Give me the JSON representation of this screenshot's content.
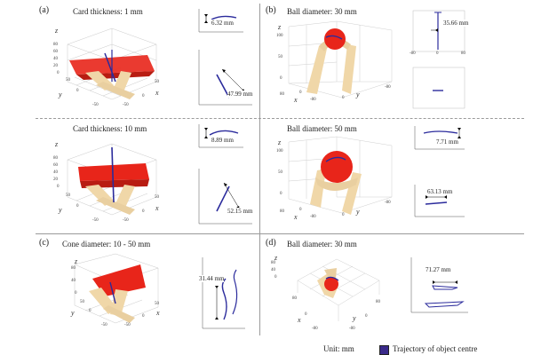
{
  "panels": {
    "a": {
      "label": "(a)",
      "row1_title": "Card thickness: 1 mm",
      "row2_title": "Card thickness: 10 mm",
      "meas1": "6.32 mm",
      "meas2": "47.99 mm",
      "meas3": "8.89 mm",
      "meas4": "52.15 mm"
    },
    "b": {
      "label": "(b)",
      "row1_title": "Ball diameter: 30 mm",
      "row2_title": "Ball diameter: 50 mm",
      "meas1": "35.66 mm",
      "meas2": "7.71 mm",
      "meas3": "63.13 mm"
    },
    "c": {
      "label": "(c)",
      "title": "Cone diameter: 10 - 50 mm",
      "meas1": "31.44 mm"
    },
    "d": {
      "label": "(d)",
      "title": "Ball diameter: 30 mm",
      "meas1": "71.27 mm"
    }
  },
  "axes": {
    "x": "x",
    "y": "y",
    "z": "z",
    "ticks_z": [
      "80",
      "60",
      "40",
      "20",
      "0"
    ],
    "ticks_z_b": [
      "100",
      "50",
      "0"
    ],
    "ticks_xy": [
      "-50",
      "0",
      "50"
    ],
    "tick_neg80": "-80",
    "tick_80": "80",
    "tick_0": "0",
    "tick_50": "50"
  },
  "legend": {
    "unit": "Unit: mm",
    "trajectory": "Trajectory of object centre",
    "trajectory_color": "#3a2a8a"
  },
  "colors": {
    "object": "#e8251a",
    "gripper": "#f0d7a8",
    "trajectory": "#2b2b9c",
    "divider": "#9a9a9a"
  }
}
